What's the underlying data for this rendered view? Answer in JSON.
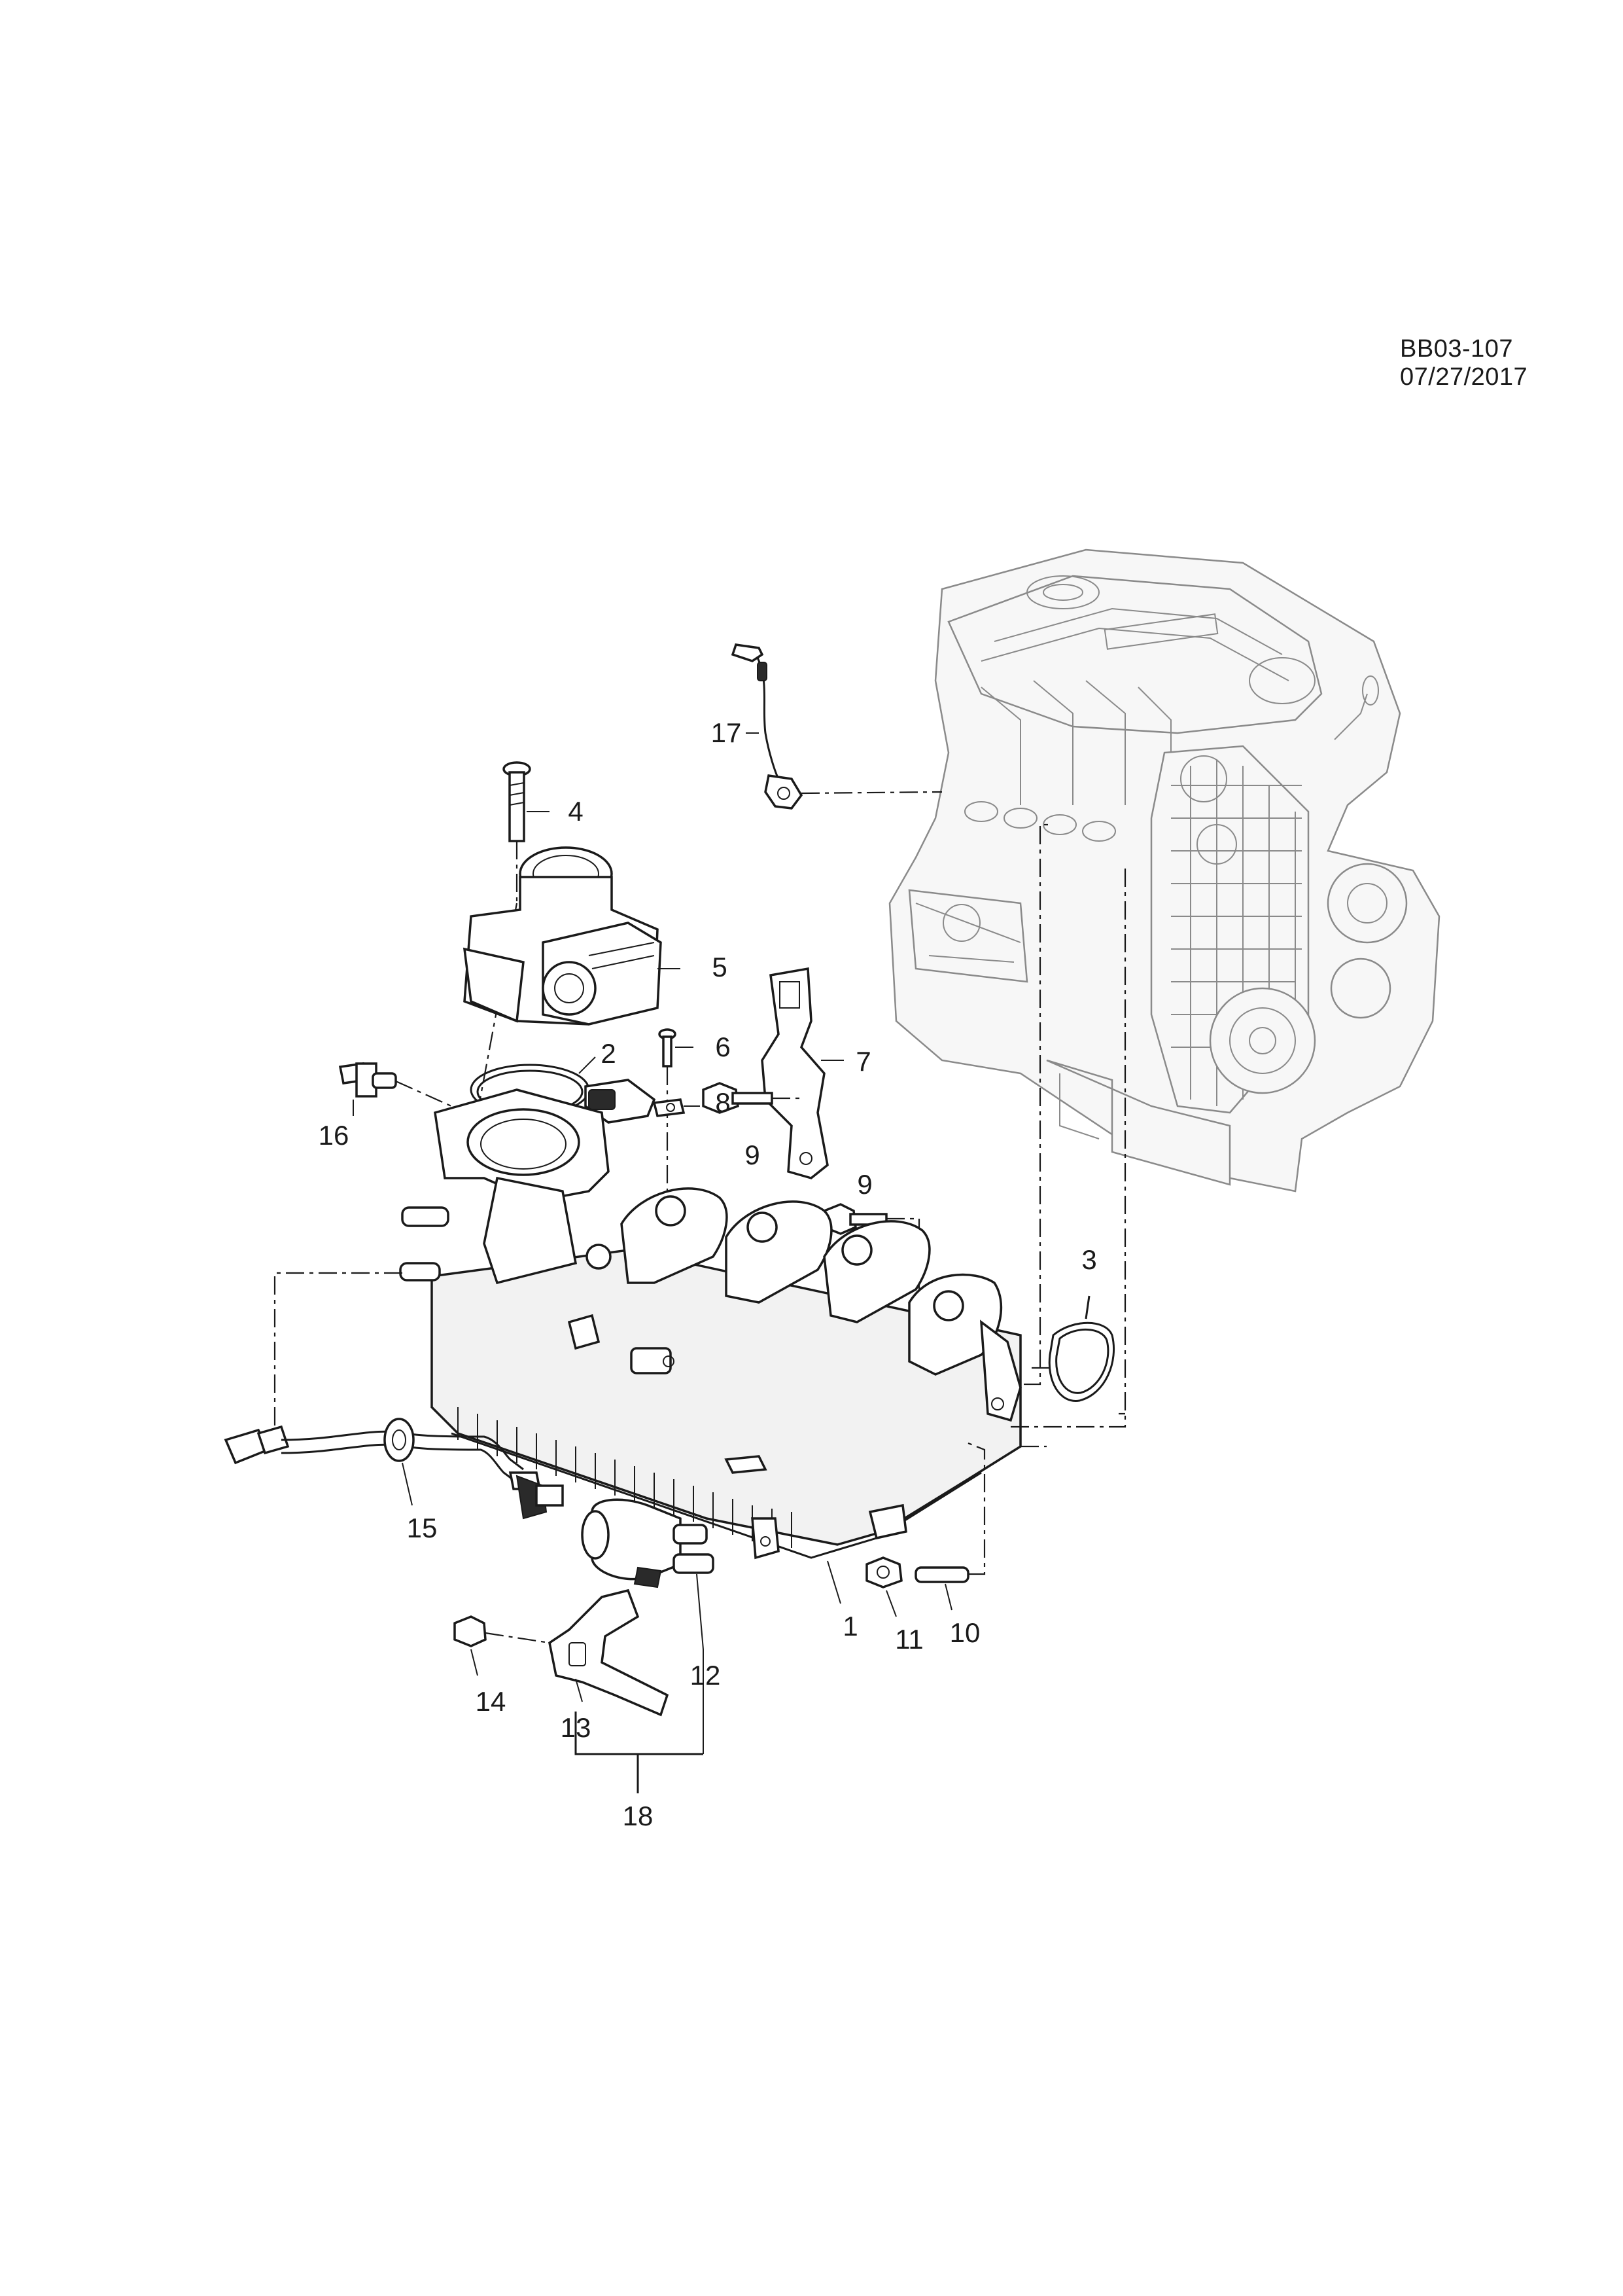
{
  "document": {
    "reference": "BB03-107 07/27/2017"
  },
  "callouts": [
    {
      "id": "1",
      "label": "1"
    },
    {
      "id": "2",
      "label": "2"
    },
    {
      "id": "3",
      "label": "3"
    },
    {
      "id": "4",
      "label": "4"
    },
    {
      "id": "5",
      "label": "5"
    },
    {
      "id": "6",
      "label": "6"
    },
    {
      "id": "7",
      "label": "7"
    },
    {
      "id": "8",
      "label": "8"
    },
    {
      "id": "9a",
      "label": "9"
    },
    {
      "id": "9b",
      "label": "9"
    },
    {
      "id": "10",
      "label": "10"
    },
    {
      "id": "11",
      "label": "11"
    },
    {
      "id": "12",
      "label": "12"
    },
    {
      "id": "13",
      "label": "13"
    },
    {
      "id": "14",
      "label": "14"
    },
    {
      "id": "15",
      "label": "15"
    },
    {
      "id": "16",
      "label": "16"
    },
    {
      "id": "17",
      "label": "17"
    },
    {
      "id": "18",
      "label": "18"
    }
  ],
  "colors": {
    "line": "#1a1a1a",
    "engine_outline": "#8a8a8a",
    "background": "#ffffff"
  }
}
